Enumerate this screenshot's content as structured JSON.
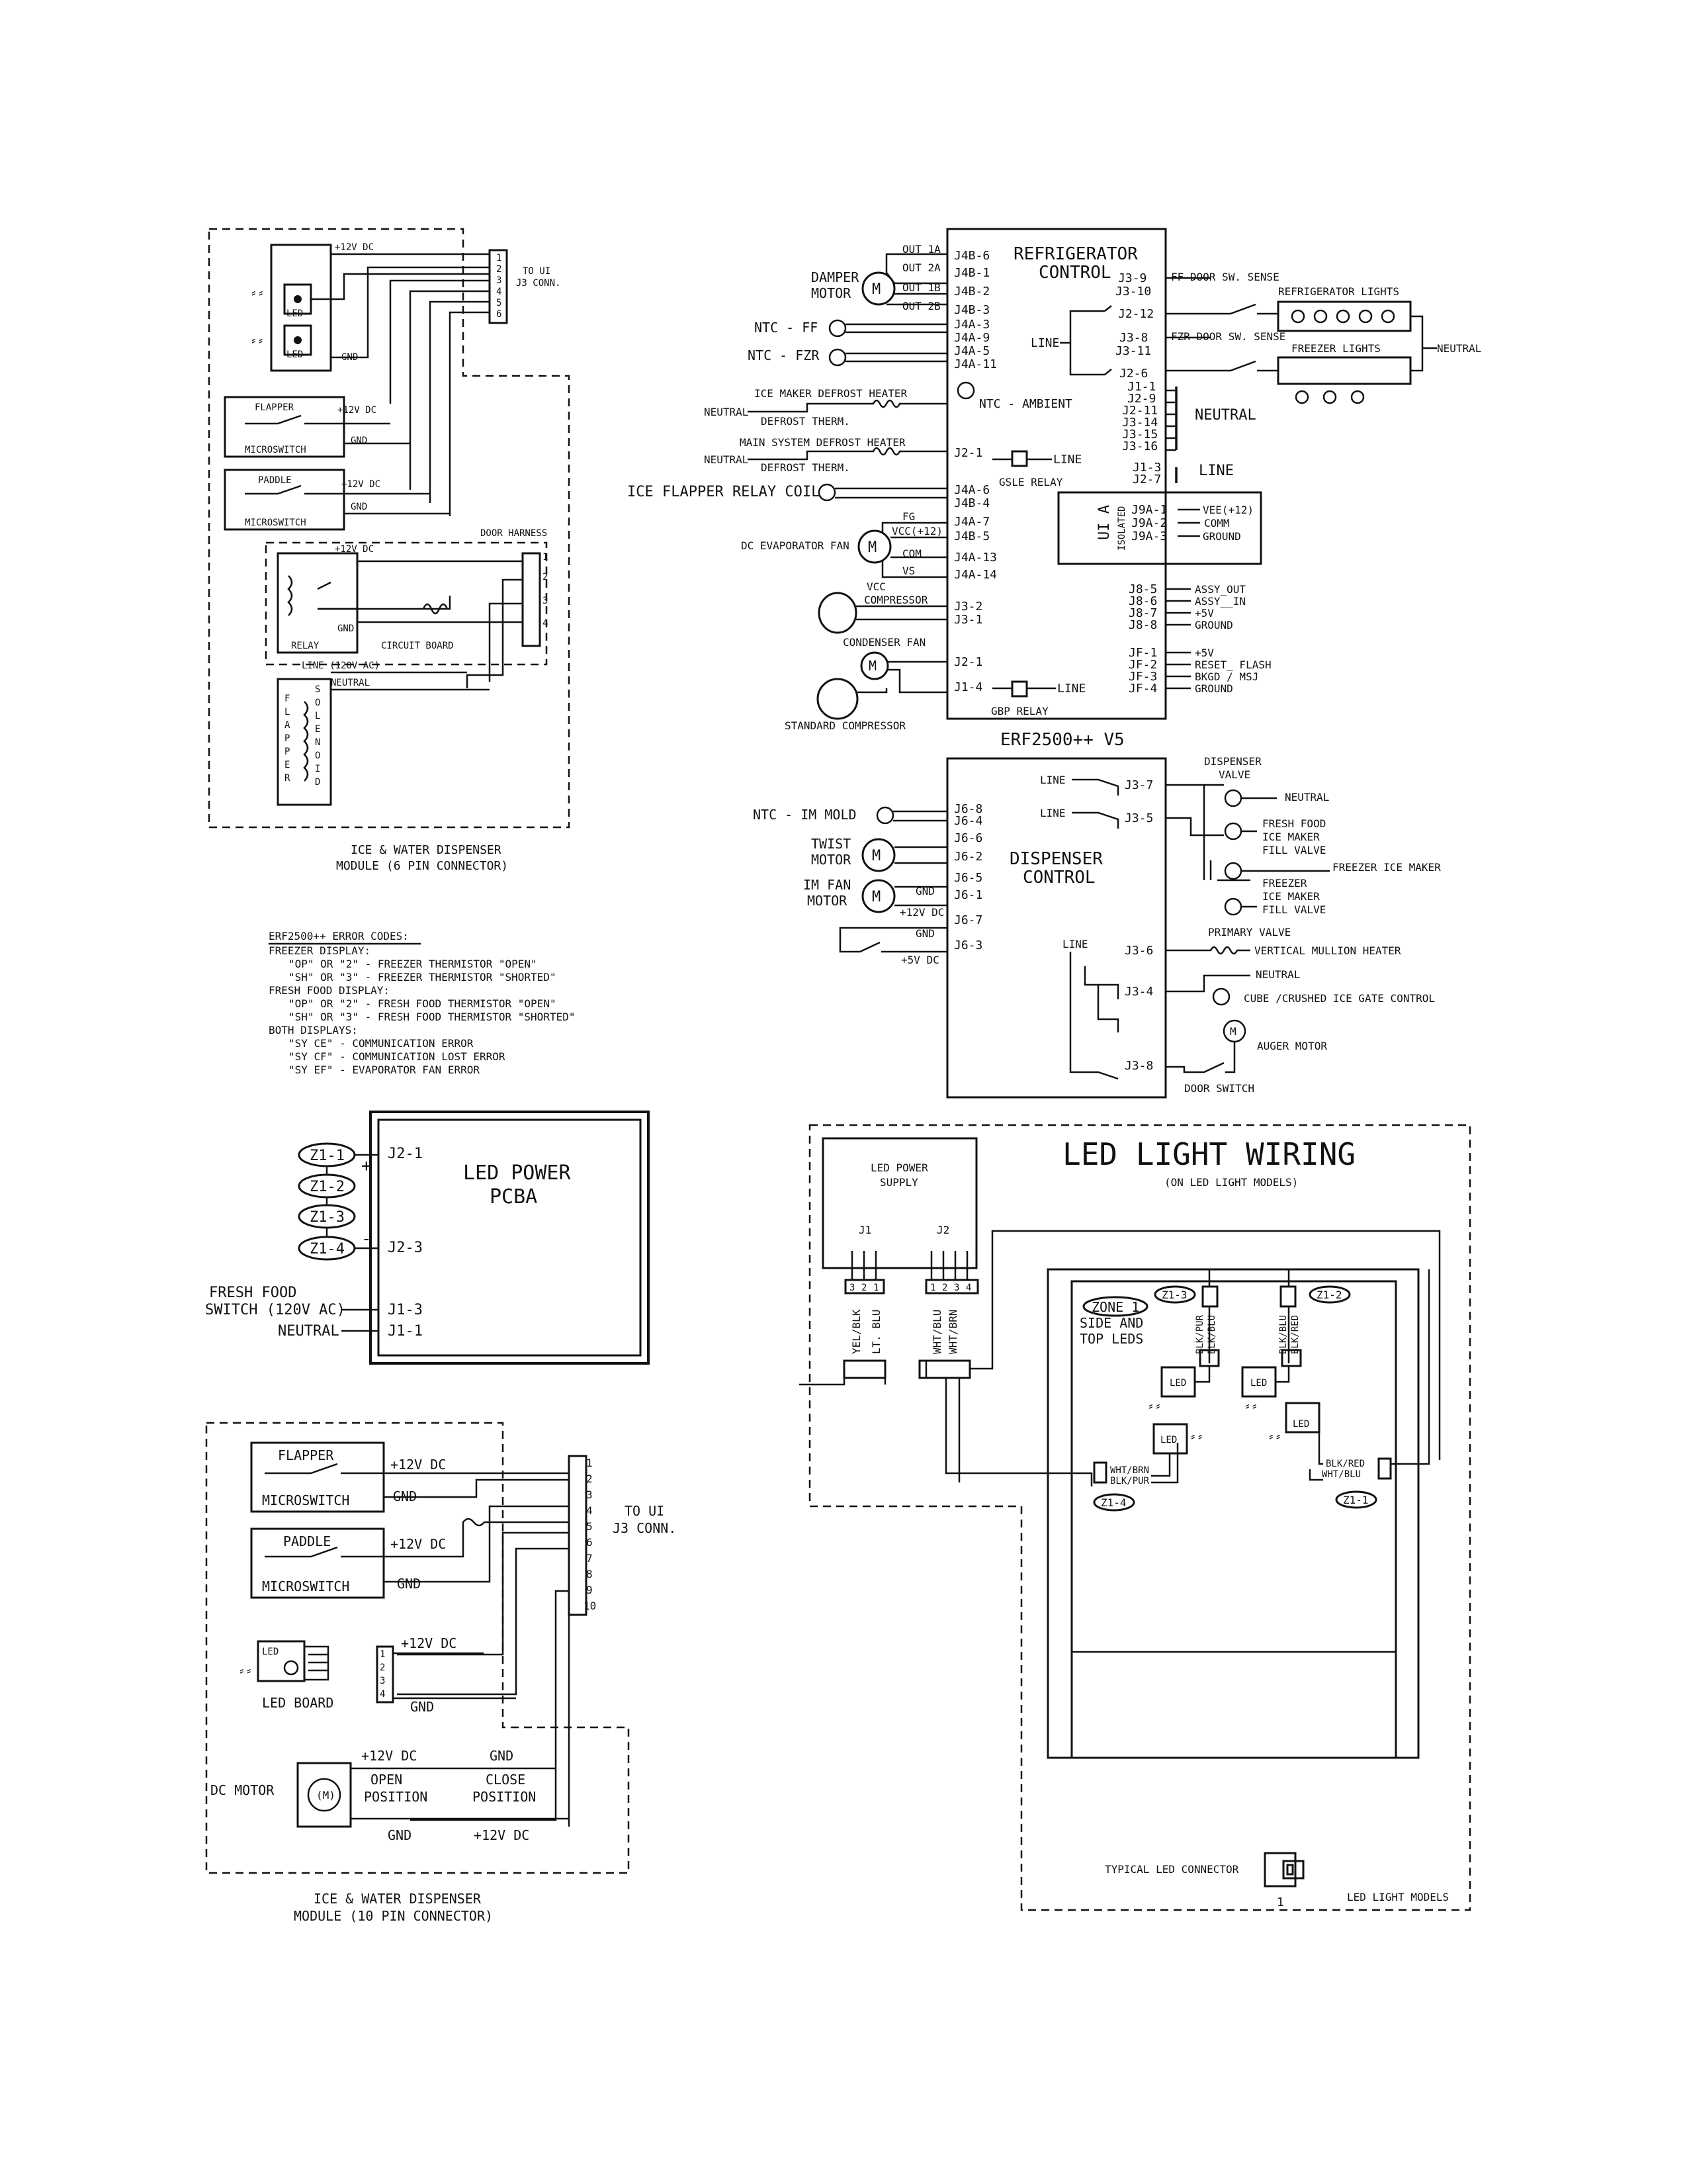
{
  "six_pin": {
    "title_l1": "ICE & WATER DISPENSER",
    "title_l2": "MODULE (6 PIN CONNECTOR)",
    "v12": "+12V DC",
    "gnd": "GND",
    "led": "LED",
    "pins": [
      "1",
      "2",
      "3",
      "4",
      "5",
      "6"
    ],
    "to_ui_l1": "TO UI",
    "to_ui_l2": "J3 CONN.",
    "flapper": "FLAPPER",
    "paddle": "PADDLE",
    "microswitch": "MICROSWITCH",
    "door_harness": "DOOR HARNESS",
    "relay": "RELAY",
    "circuit_board": "CIRCUIT BOARD",
    "line_ac": "LINE (120V AC)",
    "neutral": "NEUTRAL",
    "flapper_v": "FLAPPER",
    "solenoid_v": "SOLENOID",
    "harness_pins": [
      "1",
      "2",
      "3",
      "4"
    ]
  },
  "ten_pin": {
    "title_l1": "ICE & WATER DISPENSER",
    "title_l2": "MODULE (10 PIN CONNECTOR)",
    "flapper": "FLAPPER",
    "paddle": "PADDLE",
    "microswitch": "MICROSWITCH",
    "v12": "+12V DC",
    "gnd": "GND",
    "pins": [
      "1",
      "2",
      "3",
      "4",
      "5",
      "6",
      "7",
      "8",
      "9",
      "10"
    ],
    "to_ui_l1": "TO UI",
    "to_ui_l2": "J3 CONN.",
    "led": "LED",
    "led_board": "LED BOARD",
    "board_pins": [
      "1",
      "2",
      "3",
      "4"
    ],
    "dc_motor": "DC MOTOR",
    "open_l1": "OPEN",
    "open_l2": "POSITION",
    "close_l1": "CLOSE",
    "close_l2": "POSITION"
  },
  "error_codes": {
    "title": "ERF2500++ ERROR CODES:",
    "lines": [
      "FREEZER DISPLAY:",
      "\"OP\" OR \"2\" - FREEZER THERMISTOR \"OPEN\"",
      "\"SH\" OR \"3\" - FREEZER THERMISTOR \"SHORTED\"",
      "FRESH FOOD DISPLAY:",
      "\"OP\" OR \"2\" - FRESH FOOD THERMISTOR \"OPEN\"",
      "\"SH\" OR \"3\" - FRESH FOOD THERMISTOR \"SHORTED\"",
      "BOTH DISPLAYS:",
      "\"SY CE\" - COMMUNICATION ERROR",
      "\"SY CF\" - COMMUNICATION LOST ERROR",
      "\"SY EF\" - EVAPORATOR FAN ERROR"
    ]
  },
  "led_power": {
    "title_l1": "LED POWER",
    "title_l2": "PCBA",
    "zones": [
      "Z1-1",
      "Z1-2",
      "Z1-3",
      "Z1-4"
    ],
    "plus": "+",
    "minus": "-",
    "j21": "J2-1",
    "j23": "J2-3",
    "j13": "J1-3",
    "j11": "J1-1",
    "fresh_food_l1": "FRESH FOOD",
    "fresh_food_l2": "SWITCH (120V AC)",
    "neutral": "NEUTRAL"
  },
  "refrigerator_control": {
    "title_l1": "REFRIGERATOR",
    "title_l2": "CONTROL",
    "model": "ERF2500++ V5",
    "left_pins": [
      "J4B-6",
      "J4B-1",
      "J4B-2",
      "J4B-3",
      "J4A-3",
      "J4A-9",
      "J4A-5",
      "J4A-11"
    ],
    "out_labels": [
      "OUT 1A",
      "OUT 2A",
      "OUT 1B",
      "OUT 2B"
    ],
    "damper_l1": "DAMPER",
    "damper_l2": "MOTOR",
    "ntc_ff": "NTC  - FF",
    "ntc_fzr": "NTC  - FZR",
    "ntc_ambient": "NTC  - AMBIENT",
    "ice_maker_defrost": "ICE MAKER DEFROST HEATER",
    "main_system_defrost": "MAIN SYSTEM DEFROST HEATER",
    "defrost_therm": "DEFROST THERM.",
    "neutral": "NEUTRAL",
    "j21": "J2-1",
    "line": "LINE",
    "gsle_relay": "GSLE RELAY",
    "ice_flapper_relay": "ICE FLAPPER RELAY COIL",
    "fan_pins": [
      "J4A-6",
      "J4B-4",
      "J4A-7",
      "J4B-5",
      "J4A-13",
      "J4A-14"
    ],
    "fg": "FG",
    "vcc12": "VCC(+12)",
    "com": "COM",
    "vs": "VS",
    "dc_evap_fan": "DC EVAPORATOR FAN",
    "vcc_l1": "VCC",
    "vcc_l2": "COMPRESSOR",
    "j32": "J3-2",
    "j31": "J3-1",
    "condenser_fan": "CONDENSER FAN",
    "j14": "J1-4",
    "gbp_relay": "GBP RELAY",
    "standard_compressor": "STANDARD COMPRESSOR",
    "right_top_pins": [
      "J3-9",
      "J3-10",
      "J2-12",
      "J3-8",
      "J3-11",
      "J2-6"
    ],
    "ff_door_sense": "FF DOOR SW. SENSE",
    "fzr_door_sense": "FZR DOOR SW. SENSE",
    "refrigerator_lights": "REFRIGERATOR LIGHTS",
    "freezer_lights": "FREEZER LIGHTS",
    "neutral_pins": [
      "J1-1",
      "J2-9",
      "J2-11",
      "J3-14",
      "J3-15",
      "J3-16"
    ],
    "neutral_big": "NEUTRAL",
    "line_pins": [
      "J1-3",
      "J2-7"
    ],
    "line_big": "LINE",
    "ui_a": "UI A",
    "isolated": "ISOLATED",
    "j9_pins": [
      "J9A-1",
      "J9A-2",
      "J9A-3"
    ],
    "j9_labels": [
      "VEE(+12)",
      "COMM",
      "GROUND"
    ],
    "j8_pins": [
      "J8-5",
      "J8-6",
      "J8-7",
      "J8-8"
    ],
    "j8_labels": [
      "ASSY_OUT",
      "ASSY__IN",
      "+5V",
      "GROUND"
    ],
    "jf_pins": [
      "JF-1",
      "JF-2",
      "JF-3",
      "JF-4"
    ],
    "jf_labels": [
      "+5V",
      "RESET_ FLASH",
      "BKGD / MSJ",
      "GROUND"
    ]
  },
  "dispenser_control": {
    "title_l1": "DISPENSER",
    "title_l2": "CONTROL",
    "ntc_im": "NTC - IM MOLD",
    "twist_l1": "TWIST",
    "twist_l2": "MOTOR",
    "imfan_l1": "IM FAN",
    "imfan_l2": "MOTOR",
    "left_pins": [
      "J6-8",
      "J6-4",
      "J6-6",
      "J6-2",
      "J6-5",
      "J6-1",
      "J6-7",
      "J6-3"
    ],
    "gnd": "GND",
    "v12": "+12V DC",
    "v5": "+5V DC",
    "line": "LINE",
    "right_pins": [
      "J3-7",
      "J3-5",
      "J3-6",
      "J3-4",
      "J3-8"
    ],
    "dispenser_valve_l1": "DISPENSER",
    "dispenser_valve_l2": "VALVE",
    "neutral": "NEUTRAL",
    "ff_ice_l1": "FRESH FOOD",
    "ff_ice_l2": "ICE MAKER",
    "ff_ice_l3": "FILL VALVE",
    "freezer_ice_maker": "FREEZER ICE MAKER",
    "fz_ice_l1": "FREEZER",
    "fz_ice_l2": "ICE MAKER",
    "fz_ice_l3": "FILL VALVE",
    "primary_valve": "PRIMARY VALVE",
    "mullion_heater": "VERTICAL MULLION HEATER",
    "cube_crushed": "CUBE /CRUSHED ICE GATE CONTROL",
    "auger_motor": "AUGER MOTOR",
    "door_switch": "DOOR SWITCH"
  },
  "led_wiring": {
    "title": "LED LIGHT WIRING",
    "subtitle": "(ON LED LIGHT MODELS)",
    "supply_l1": "LED POWER",
    "supply_l2": "SUPPLY",
    "j1": "J1",
    "j2": "J2",
    "j1_pins": [
      "3",
      "2",
      "1"
    ],
    "j2_pins": [
      "1",
      "2",
      "3",
      "4"
    ],
    "wire_yel": "YEL/BLK",
    "wire_lt": "LT. BLU",
    "wire_wht_blu": "WHT/BLU",
    "wire_wht_brn": "WHT/BRN",
    "zone1_l1": "ZONE 1",
    "zone1_l2": "SIDE AND",
    "zone1_l3": "TOP LEDS",
    "z13": "Z1-3",
    "z12": "Z1-2",
    "z14": "Z1-4",
    "z11": "Z1-1",
    "blk_pur": "BLK/PUR",
    "blk_blu": "BLK/BLU",
    "blk_red": "BLK/RED",
    "wht_blu": "WHT/BLU",
    "wht_brn": "WHT/BRN",
    "led": "LED",
    "typical_connector": "TYPICAL LED CONNECTOR",
    "pin1": "1",
    "footer": "LED LIGHT MODELS"
  }
}
